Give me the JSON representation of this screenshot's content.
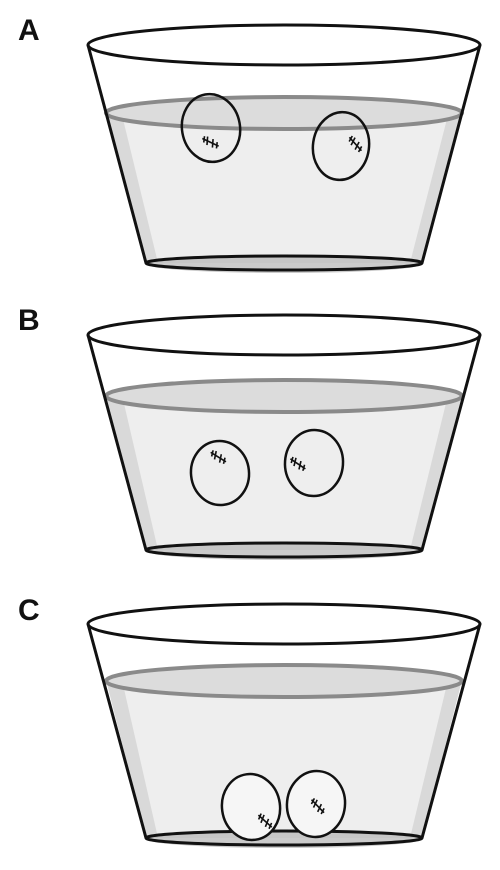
{
  "panels": [
    {
      "label": "A",
      "state": "floating",
      "eggs": [
        {
          "rotation": -10,
          "embryo_rotation": 35
        },
        {
          "rotation": 8,
          "embryo_rotation": 40
        }
      ]
    },
    {
      "label": "B",
      "state": "suspended",
      "eggs": [
        {
          "rotation": -6,
          "embryo_rotation": 38
        },
        {
          "rotation": 4,
          "embryo_rotation": 30
        }
      ]
    },
    {
      "label": "C",
      "state": "sunk",
      "eggs": [
        {
          "rotation": -8,
          "embryo_rotation": 50
        },
        {
          "rotation": 6,
          "embryo_rotation": 40
        }
      ]
    }
  ],
  "colors": {
    "outline": "#111111",
    "water": "#eeeeee",
    "water_surface": "#dcdcdc",
    "water_line": "#8a8a8a",
    "shadow": "#b5b5b5"
  }
}
